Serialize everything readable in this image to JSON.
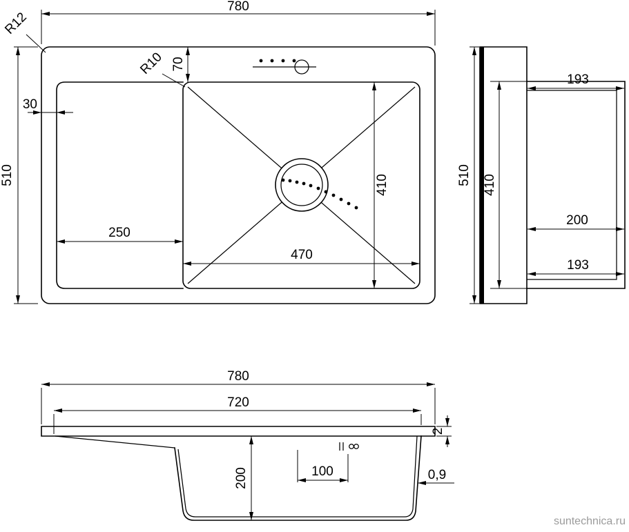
{
  "watermark": "suntechnica.ru",
  "views": {
    "plan": {
      "overall_width": "780",
      "overall_depth": "510",
      "corner_radius": "R12",
      "bowl_corner_radius": "R10",
      "rim_top_offset": "70",
      "rim_left_offset": "30",
      "wing_width": "250",
      "bowl_width": "470",
      "bowl_depth": "410"
    },
    "side": {
      "overall_depth": "510",
      "bowl_depth": "410",
      "top_depth": "193",
      "mid_depth": "200",
      "bottom_depth": "193"
    },
    "front": {
      "overall_width": "780",
      "inner_width": "720",
      "bowl_height": "200",
      "faucet_offset": "100",
      "rim_thickness": "2",
      "steel_thickness": "0,9"
    }
  }
}
